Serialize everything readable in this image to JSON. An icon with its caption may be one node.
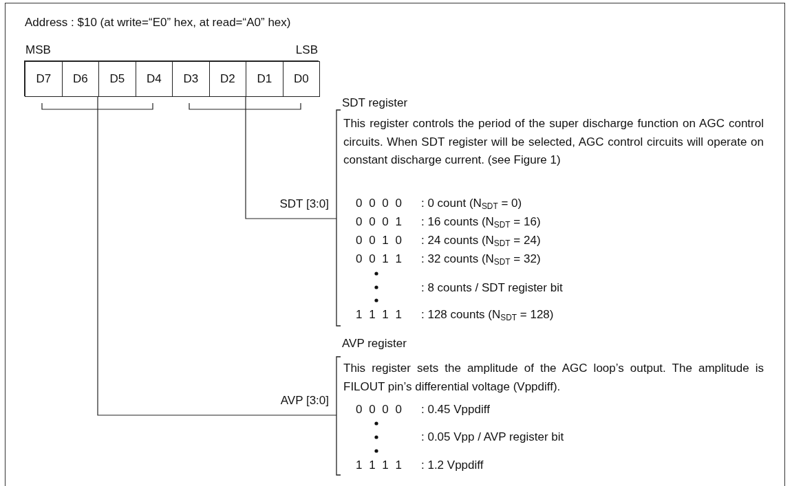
{
  "diagram": {
    "title": "Address : $10 (at write=“E0” hex, at read=“A0” hex)",
    "nodes": [
      {
        "text": [
          "D7"
        ],
        "in": 8
      },
      {
        "text": [
          "D6"
        ],
        "in": 8
      },
      {
        "text": [
          "D5"
        ],
        "in": 8
      },
      {
        "text": [
          "D4"
        ],
        "in": 8
      },
      {
        "text": [
          "D3"
        ],
        "in": 8
      },
      {
        "text": [
          "D2"
        ],
        "in": 8
      },
      {
        "text": [
          "D1"
        ],
        "in": 8
      },
      {
        "text": [
          "D0"
        ],
        "in": 8
      },
      {
        "text": [],
        "shape": "box"
      },
      {
        "text": [
          "SDT register",
          "This register controls the period of the super discharge function on AGC control circuits. When SDT register will be selected, AGC control circuits will operate on constant discharge current. (see Figure 1)",
          "0 0 0 0",
          ": 0 count (N$_{SDT}$ = 0)",
          "0 0 0 1",
          ": 16 counts (N$_{SDT}$ = 16)",
          "0 0 1 0",
          ": 24 counts (N$_{SDT}$ = 24)",
          "0 0 1 1",
          ": 32 counts (N$_{SDT}$ = 32)",
          ": 8 counts / SDT register bit",
          "1 1 1 1",
          ": 128 counts (N$_{SDT}$ = 128)"
        ]
      },
      {
        "text": [
          "AVP register",
          "This register sets the amplitude of the AGC loop’s output. The amplitude is FILOUT pin’s differential voltage (Vppdiff).",
          "0 0 0 0",
          ": 0.45 Vppdiff",
          ": 0.05 Vpp / AVP register bit",
          "1 1 1 1",
          ": 1.2 Vppdiff"
        ]
      }
    ],
    "edges": [
      {
        "from": 8,
        "to": 9,
        "arrow": "none",
        "label": "SDT [3:0]"
      },
      {
        "from": 8,
        "to": 10,
        "arrow": "none",
        "label": "AVP [3:0]"
      }
    ],
    "labels": [
      "MSB",
      "LSB"
    ]
  }
}
